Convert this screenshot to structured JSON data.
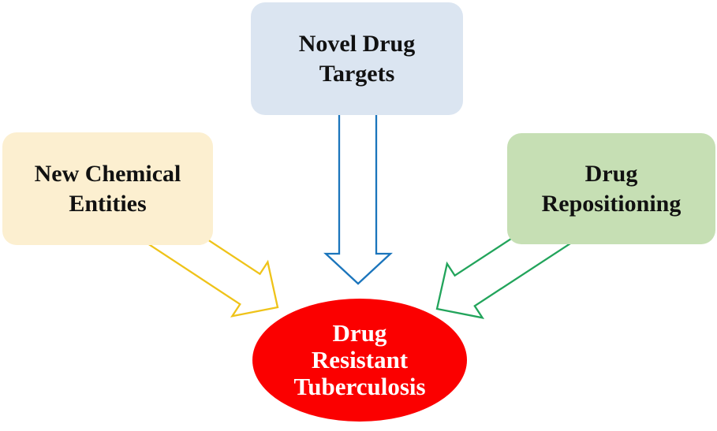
{
  "nodes": {
    "top": {
      "label": "Novel Drug\nTargets",
      "shape": "rounded-rect",
      "fill": "#DBE5F1",
      "text_color": "#111111"
    },
    "left": {
      "label": "New Chemical\nEntities",
      "shape": "rounded-rect",
      "fill": "#FCEFD0",
      "text_color": "#111111"
    },
    "right": {
      "label": "Drug\nRepositioning",
      "shape": "rounded-rect",
      "fill": "#C6DFB4",
      "text_color": "#111111"
    },
    "center": {
      "label": "Drug\nResistant\nTuberculosis",
      "shape": "ellipse",
      "fill": "#FB0000",
      "text_color": "#FFFFFF"
    }
  },
  "arrows": [
    {
      "name": "blue-block-arrow",
      "from": "top",
      "to": "center",
      "color": "#1B75BC",
      "style": "hollow-outline",
      "direction": "down"
    },
    {
      "name": "gold-block-arrow",
      "from": "left",
      "to": "center",
      "color": "#EFC319",
      "style": "hollow-outline",
      "direction": "down-right"
    },
    {
      "name": "green-block-arrow",
      "from": "right",
      "to": "center",
      "color": "#22A45B",
      "style": "hollow-outline",
      "direction": "down-left"
    }
  ],
  "colors": {
    "background": "#FFFFFF"
  }
}
